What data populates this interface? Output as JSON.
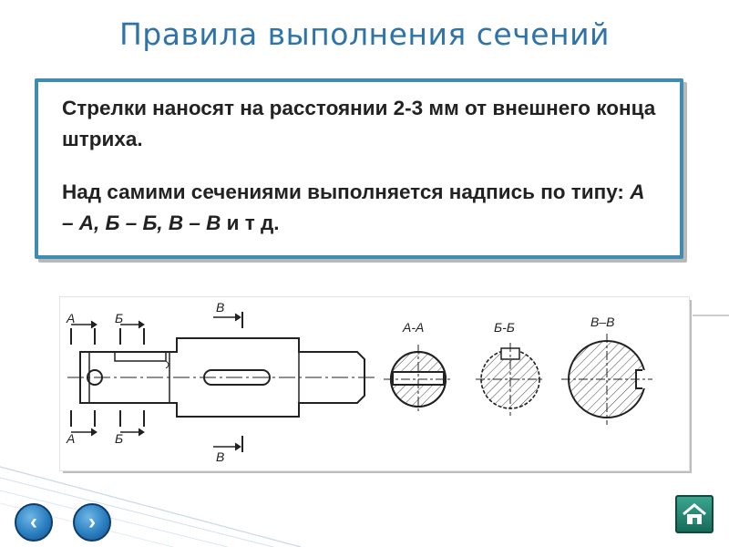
{
  "slide": {
    "title": "Правила выполнения сечений",
    "paragraph1": "Стрелки  наносят на расстоянии 2-3 мм от внешнего конца штриха.",
    "paragraph2_prefix": "Над самими сечениями выполняется надпись по типу: ",
    "paragraph2_examples": "А – А, Б – Б, В – В",
    "paragraph2_suffix": " и т д."
  },
  "figure": {
    "labels": {
      "a_top": "А",
      "b_top": "Б",
      "v_top": "В",
      "a_bottom": "А",
      "b_bottom": "Б",
      "v_bottom": "В"
    },
    "sections": {
      "aa": "А-А",
      "bb": "Б-Б",
      "vv": "В–В"
    }
  },
  "navigation": {
    "prev_icon": "chevron-left-icon",
    "next_icon": "chevron-right-icon",
    "home_icon": "home-icon",
    "prev_symbol": "‹",
    "next_symbol": "›"
  },
  "colors": {
    "title": "#2f74a8",
    "box_border": "#3f8cb0",
    "nav_button": "#2a7fc0",
    "home_button": "#2a8a74"
  }
}
